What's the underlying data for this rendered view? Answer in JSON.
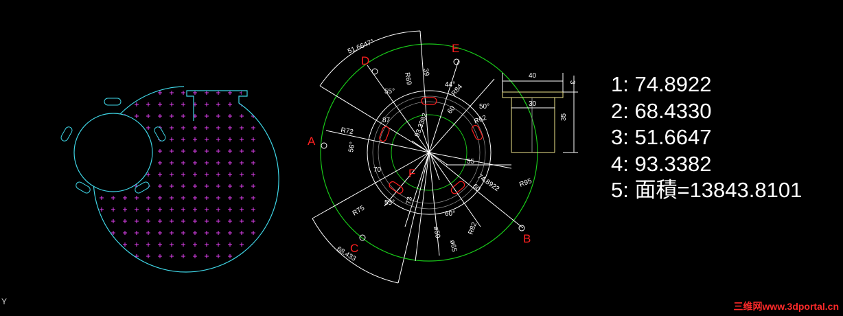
{
  "results": [
    {
      "index": "1",
      "text": "1: 74.8922"
    },
    {
      "index": "2",
      "text": "2: 68.4330"
    },
    {
      "index": "3",
      "text": "3: 51.6647"
    },
    {
      "index": "4",
      "text": "4: 93.3382"
    },
    {
      "index": "5",
      "text": "5: 面積=13843.8101"
    }
  ],
  "points": {
    "A": "A",
    "B": "B",
    "C": "C",
    "D": "D",
    "E": "E",
    "F": "F"
  },
  "dims": {
    "d51": "51.6647°",
    "d68": "68.433",
    "d74": "74.8922",
    "r72": "R72",
    "r75": "R75",
    "r95": "R95",
    "r62": "R62",
    "r82": "R82",
    "r84": "R84",
    "r69": "R69",
    "s87": "87",
    "s93": "93.3382",
    "s39": "39",
    "s70": "70",
    "s73": "73",
    "s60a": "60",
    "s60b": "60",
    "s55": "55",
    "s50": "ø50",
    "s65": "ø65",
    "a55a": "55°",
    "a55b": "55°",
    "a56": "56°",
    "a44": "44°",
    "a50": "50°",
    "a60": "60°",
    "w40": "40",
    "w30": "30",
    "h3": "3",
    "h35": "35"
  },
  "watermark": "三维网www.3dportal.cn",
  "axis_label": "Y",
  "colors": {
    "outline": "#3fd6e6",
    "hatch": "#e040f0",
    "green": "#19c919",
    "white": "#ffffff",
    "red": "#ff2020",
    "yellow": "#f0e68c",
    "grey": "#8a8a8a"
  }
}
